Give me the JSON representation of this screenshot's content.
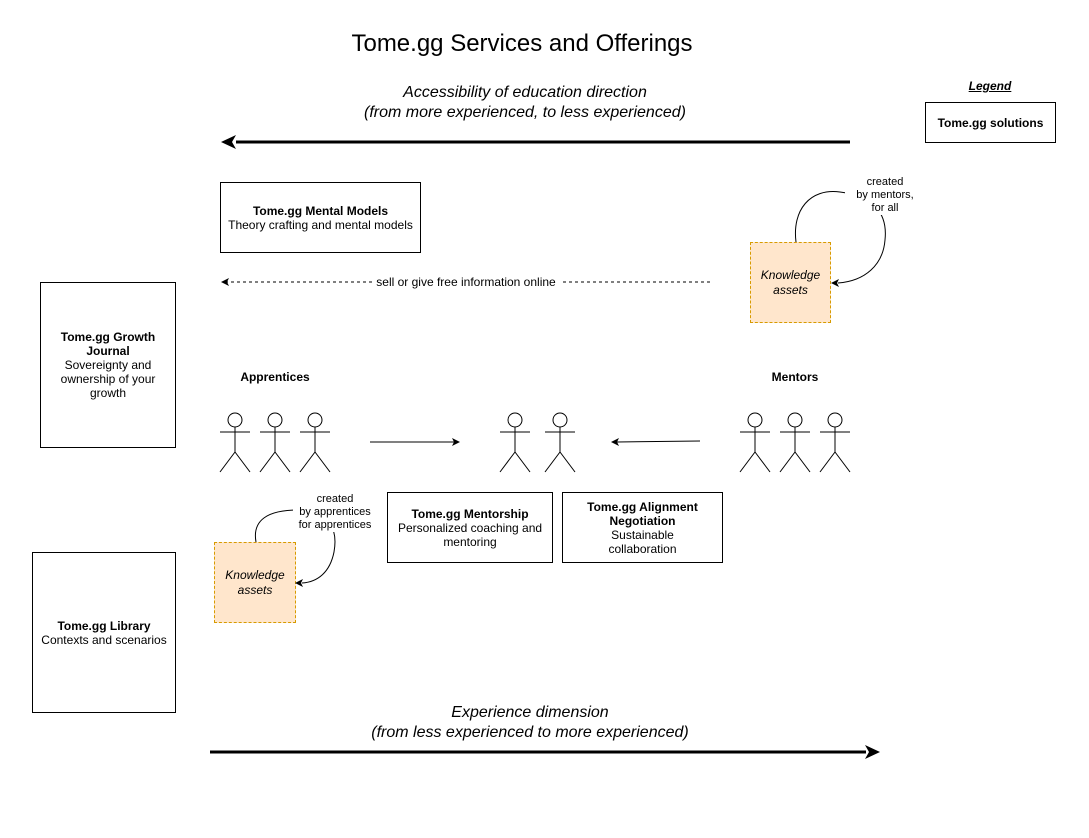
{
  "title": "Tome.gg Services and Offerings",
  "top_axis": {
    "line1": "Accessibility of education direction",
    "line2": "(from more experienced, to less experienced)"
  },
  "bottom_axis": {
    "line1": "Experience dimension",
    "line2": "(from less experienced to more experienced)"
  },
  "legend": {
    "heading": "Legend",
    "item": "Tome.gg solutions"
  },
  "mental_models": {
    "title": "Tome.gg Mental Models",
    "subtitle": "Theory crafting and mental models"
  },
  "growth_journal": {
    "title": "Tome.gg Growth Journal",
    "subtitle": "Sovereignty and ownership of your growth"
  },
  "library": {
    "title": "Tome.gg Library",
    "subtitle": "Contexts and scenarios"
  },
  "mentorship": {
    "title": "Tome.gg Mentorship",
    "subtitle": "Personalized coaching and mentoring"
  },
  "alignment": {
    "title": "Tome.gg Alignment Negotiation",
    "subtitle": "Sustainable collaboration"
  },
  "assets_mentors": {
    "label": "Knowledge assets",
    "loop_note": [
      "created",
      "by mentors,",
      "for all"
    ]
  },
  "assets_apprentices": {
    "label": "Knowledge assets",
    "loop_note": [
      "created",
      "by apprentices",
      "for apprentices"
    ]
  },
  "info_flow": "sell or give free information online",
  "groups": {
    "apprentices": "Apprentices",
    "mentors": "Mentors"
  },
  "colors": {
    "asset_fill": "#ffe6cc",
    "asset_border": "#d79b00",
    "line": "#000000"
  }
}
